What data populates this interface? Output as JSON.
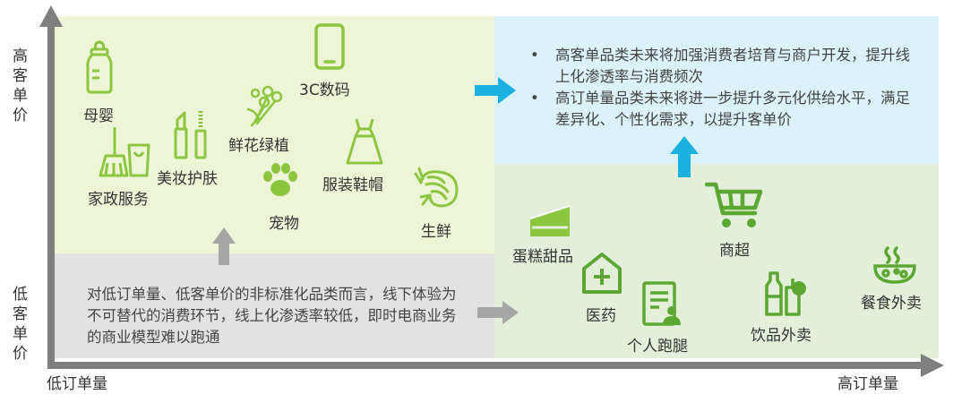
{
  "axes": {
    "y_high": "高客单价",
    "y_low": "低客单价",
    "x_low": "低订单量",
    "x_high": "高订单量"
  },
  "categories": {
    "muying": "母婴",
    "digital": "3C数码",
    "flowers": "鲜花绿植",
    "beauty": "美妆护肤",
    "homeservice": "家政服务",
    "clothing": "服装鞋帽",
    "pets": "宠物",
    "fresh": "生鲜",
    "cake": "蛋糕甜品",
    "supermarket": "商超",
    "medicine": "医药",
    "errand": "个人跑腿",
    "drinks": "饮品外卖",
    "food": "餐食外卖"
  },
  "notes": {
    "top_right": [
      "高客单品类未来将加强消费者培育与商户开发，提升线上化渗透率与消费频次",
      "高订单量品类未来将进一步提升多元化供给水平，满足差异化、个性化需求，以提升客单价"
    ],
    "bottom_left": "对低订单量、低客单价的非标准化品类而言，线下体验为不可替代的消费环节，线上化渗透率较低，即时电商业务的商业模型难以跑通"
  },
  "colors": {
    "icon_green": "#8cc63f",
    "icon_dark_green": "#5aa832",
    "arrow_cyan": "#1ab0e0",
    "arrow_gray": "#a6a6a6",
    "axis_gray": "#7f7f7f"
  }
}
